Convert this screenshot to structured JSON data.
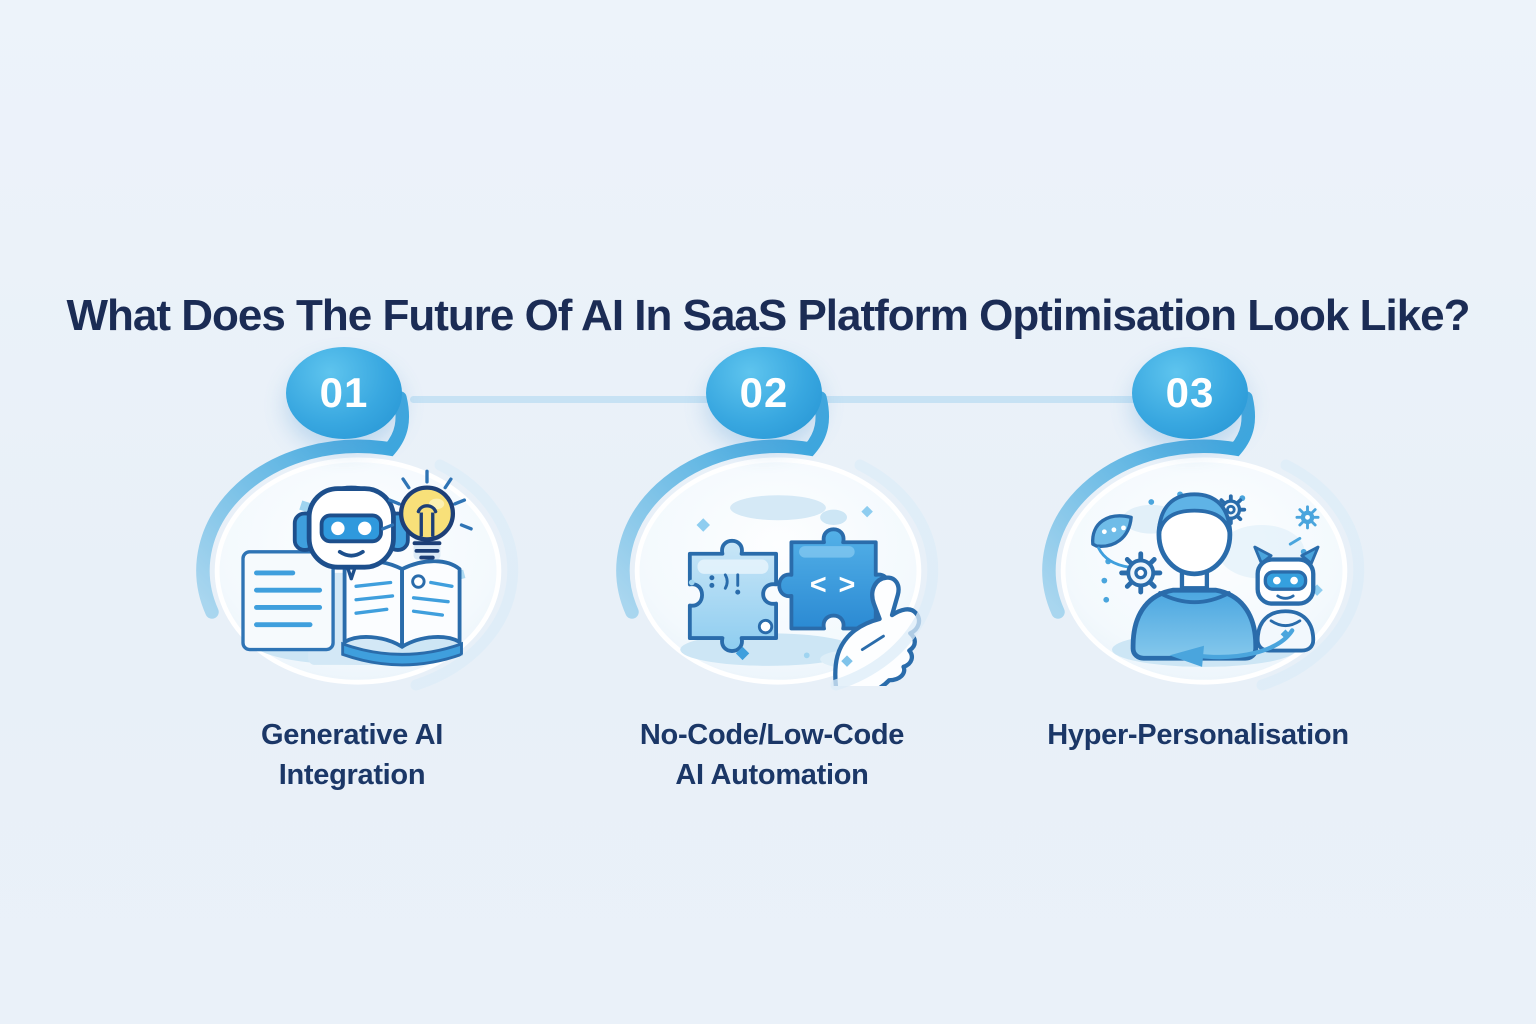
{
  "title": "What Does The Future Of AI In SaaS Platform Optimisation Look Like?",
  "steps": [
    {
      "number": "01",
      "label_line1": "Generative AI",
      "label_line2": "Integration",
      "icon": "robot-book-lightbulb-icon"
    },
    {
      "number": "02",
      "label_line1": "No-Code/Low-Code",
      "label_line2": "AI Automation",
      "icon": "puzzle-hand-icon",
      "code_glyph": "< >"
    },
    {
      "number": "03",
      "label_line1": "Hyper-Personalisation",
      "label_line2": "",
      "icon": "person-robot-loop-icon"
    }
  ],
  "colors": {
    "background": "#e9f1f9",
    "title_text": "#1b2c55",
    "label_text": "#1b3767",
    "badge_top": "#5ec4ee",
    "badge_bottom": "#2492d2",
    "swirl": "#3ea7de",
    "connector_line": "#c7e2f4",
    "icon_outline": "#2a6cab",
    "icon_blue": "#3f9fdd",
    "bulb_yellow": "#f8e079"
  }
}
